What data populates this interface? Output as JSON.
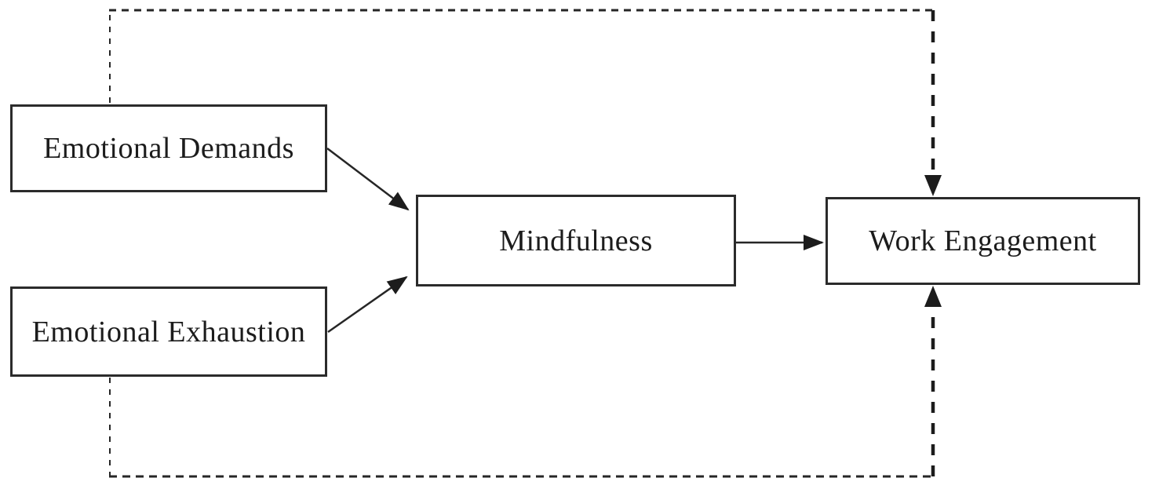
{
  "figure": {
    "type": "path-model-diagram",
    "background_color": "#ffffff",
    "line_color": "#262626",
    "box_border_color": "#2b2b2b",
    "text_color": "#1c1c1c",
    "nodes": {
      "emotional_demands": {
        "label": "Emotional Demands"
      },
      "emotional_exhaustion": {
        "label": "Emotional Exhaustion"
      },
      "mindfulness": {
        "label": "Mindfulness"
      },
      "work_engagement": {
        "label": "Work Engagement"
      }
    },
    "edges": [
      {
        "from": "Emotional Demands",
        "to": "Mindfulness",
        "line": "solid",
        "arrowhead": "filled",
        "route": "direct"
      },
      {
        "from": "Emotional Exhaustion",
        "to": "Mindfulness",
        "line": "solid",
        "arrowhead": "filled",
        "route": "direct"
      },
      {
        "from": "Mindfulness",
        "to": "Work Engagement",
        "line": "solid",
        "arrowhead": "filled",
        "route": "direct"
      },
      {
        "from": "Emotional Demands",
        "to": "Work Engagement",
        "line": "dashed",
        "arrowhead": "filled",
        "route": "around-top"
      },
      {
        "from": "Emotional Exhaustion",
        "to": "Work Engagement",
        "line": "dashed",
        "arrowhead": "filled",
        "route": "around-bottom"
      }
    ]
  }
}
